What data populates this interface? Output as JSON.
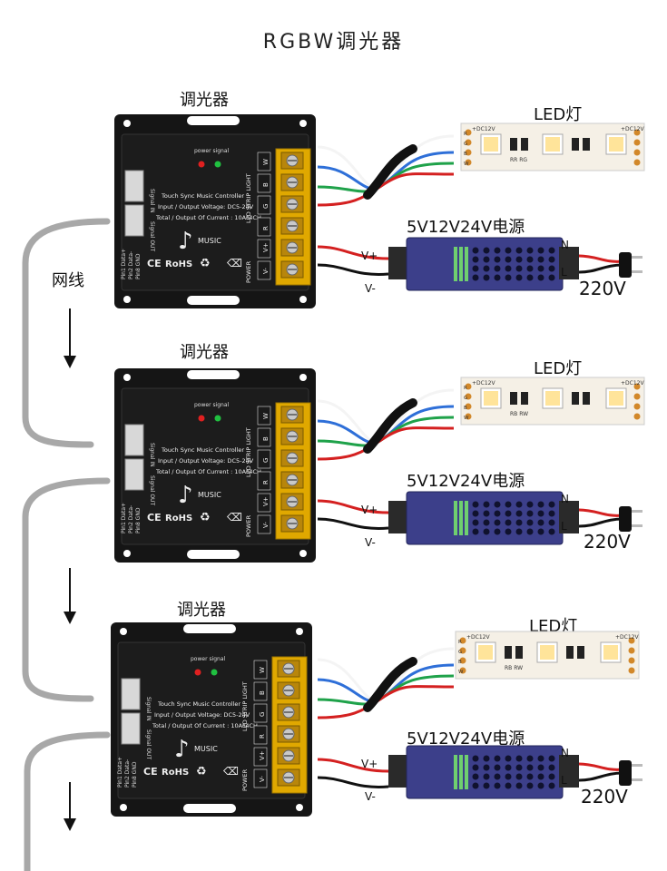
{
  "title": "RGBW调光器",
  "controller": {
    "label": "调光器",
    "power_signal": "power signal",
    "signal_in": "Signal IN",
    "signal_out": "Signal OUT",
    "product_line1": "Touch Sync Music Controller",
    "product_line2": "Input / Output Voltage: DC5-24V",
    "product_line3": "Total / Output Of Current : 10A*4CH",
    "music": "MUSIC",
    "rohs": "RoHS",
    "ce": "CE",
    "pins": [
      "Pin1 Data+",
      "Pin2 Data-",
      "Pin8 GND"
    ],
    "led_strip_light": "LED STRIP LIGHT",
    "power": "POWER",
    "terminals": [
      "W",
      "B",
      "G",
      "R",
      "V+",
      "V-"
    ]
  },
  "led": {
    "label": "LED灯",
    "dc": "+DC12V",
    "chips": [
      "R",
      "G",
      "B",
      "W"
    ],
    "markings": [
      "RR",
      "RG",
      "RB",
      "RW"
    ]
  },
  "psu": {
    "label": "5V12V24V电源",
    "vplus": "V+",
    "vminus": "V-",
    "n": "N",
    "l": "L",
    "mains": "220V"
  },
  "cable_label": "网线",
  "stages": 3,
  "colors": {
    "wire_white": "#f4f4f4",
    "wire_blue": "#2e6fd8",
    "wire_green": "#1fa24a",
    "wire_red": "#d42020",
    "wire_black": "#111111",
    "cable_gray": "#a8a8a8",
    "controller_body": "#1c1c1c",
    "terminal_yellow": "#e0a800",
    "led_strip": "#f5f0e6",
    "psu_body": "#3c3f8a"
  }
}
